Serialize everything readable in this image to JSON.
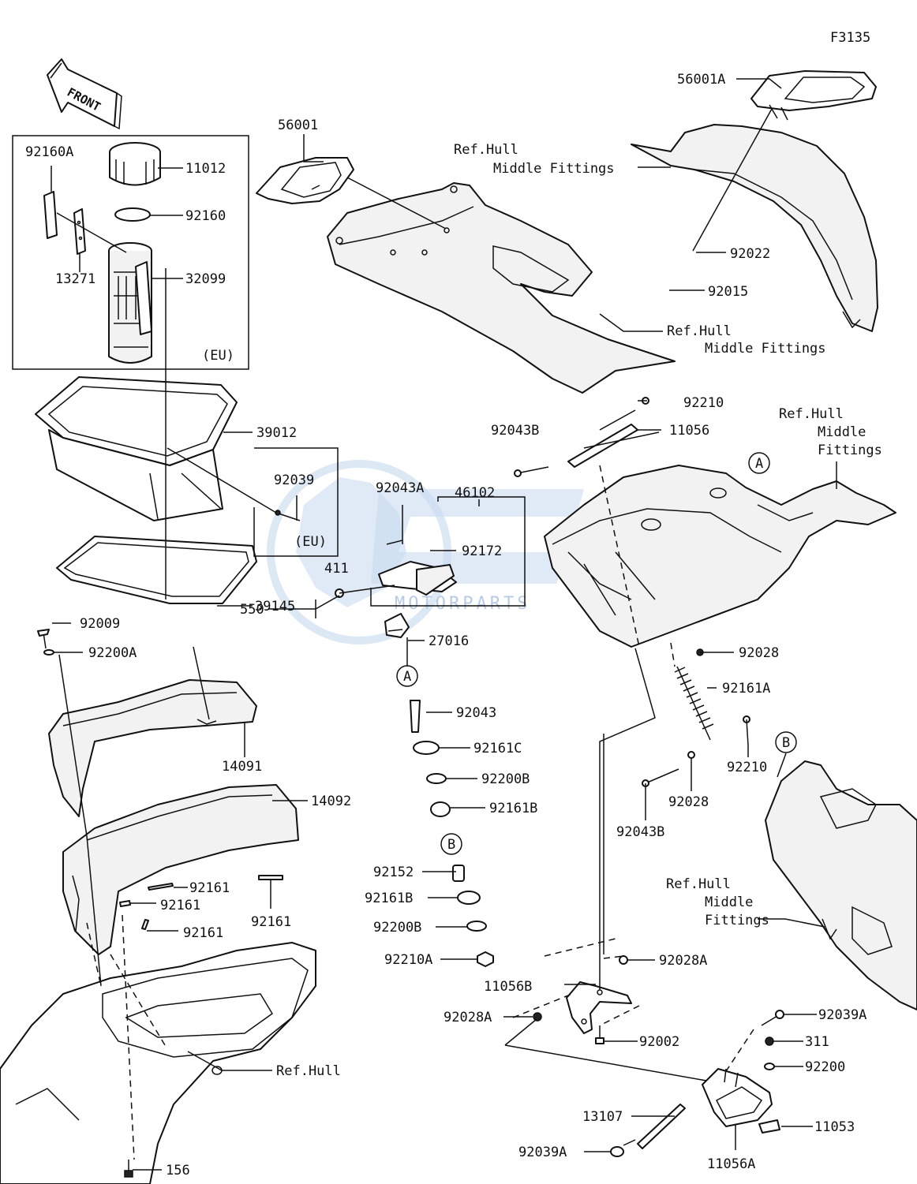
{
  "figure_code": "F3135",
  "front_arrow_text": "FRONT",
  "watermark": "MOTORPARTS",
  "labels": {
    "p56001A": "56001A",
    "p56001": "56001",
    "ref_hull_mid_1a": "Ref.Hull",
    "ref_hull_mid_1b": "Middle Fittings",
    "p92022": "92022",
    "p92015": "92015",
    "ref_hull_mid_2a": "Ref.Hull",
    "ref_hull_mid_2b": "Middle Fittings",
    "p92160A": "92160A",
    "p11012": "11012",
    "p92160": "92160",
    "p13271": "13271",
    "p32099": "32099",
    "eu_box_label": "(EU)",
    "p39012": "39012",
    "p92039": "92039",
    "eu_small_label": "(EU)",
    "p39145": "39145",
    "p92043A": "92043A",
    "p46102": "46102",
    "p92172": "92172",
    "p411": "411",
    "p550": "550",
    "p27016": "27016",
    "circleA1": "A",
    "p92043": "92043",
    "p92161C": "92161C",
    "p92200B_1": "92200B",
    "p92161B_1": "92161B",
    "circleB1": "B",
    "p92152": "92152",
    "p92161B_2": "92161B",
    "p92200B_2": "92200B",
    "p92210A": "92210A",
    "p92210_top": "92210",
    "p92043B_top": "92043B",
    "p11056": "11056",
    "ref_hull_mid_3a": "Ref.Hull",
    "ref_hull_mid_3b": "Middle",
    "ref_hull_mid_3c": "Fittings",
    "circleA2": "A",
    "p92028_top": "92028",
    "p92161A": "92161A",
    "p92210_mid": "92210",
    "p92028_mid": "92028",
    "p92043B_mid": "92043B",
    "circleB2": "B",
    "ref_hull_mid_4a": "Ref.Hull",
    "ref_hull_mid_4b": "Middle",
    "ref_hull_mid_4c": "Fittings",
    "p92009": "92009",
    "p92200A": "92200A",
    "p14091": "14091",
    "p14092": "14092",
    "p92161_a": "92161",
    "p92161_b": "92161",
    "p92161_c": "92161",
    "p92161_d": "92161",
    "ref_hull": "Ref.Hull",
    "p156": "156",
    "p92028A_1": "92028A",
    "p11056B": "11056B",
    "p92028A_2": "92028A",
    "p92002": "92002",
    "p92039A_1": "92039A",
    "p311": "311",
    "p92200": "92200",
    "p13107": "13107",
    "p11053": "11053",
    "p92039A_2": "92039A",
    "p11056A": "11056A"
  }
}
